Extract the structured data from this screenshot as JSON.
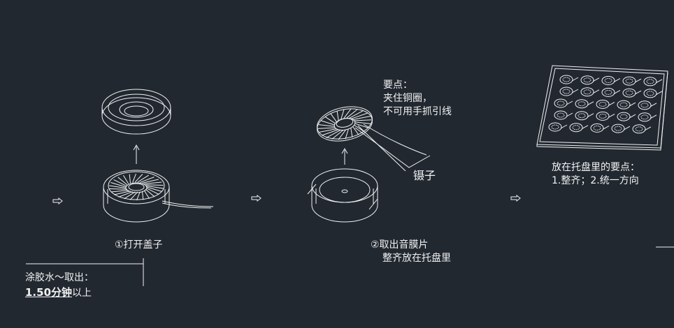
{
  "step1": {
    "caption": "①打开盖子"
  },
  "step2": {
    "caption_line1": "②取出音膜片",
    "caption_line2": "整齐放在托盘里"
  },
  "note_key": {
    "line1": "要点：",
    "line2": "夹住铜圈，",
    "line3": "不可用手抓引线"
  },
  "tweezers_label": "镊子",
  "tray_note": {
    "line1": "放在托盘里的要点：",
    "line2": "1.整齐；2.统一方向"
  },
  "glue_note": {
    "line1": "涂胶水～取出：",
    "line2_bold": "1.50分钟",
    "line2_rest": "以上"
  },
  "colors": {
    "background": "#212830",
    "line": "#f2f2f2"
  }
}
